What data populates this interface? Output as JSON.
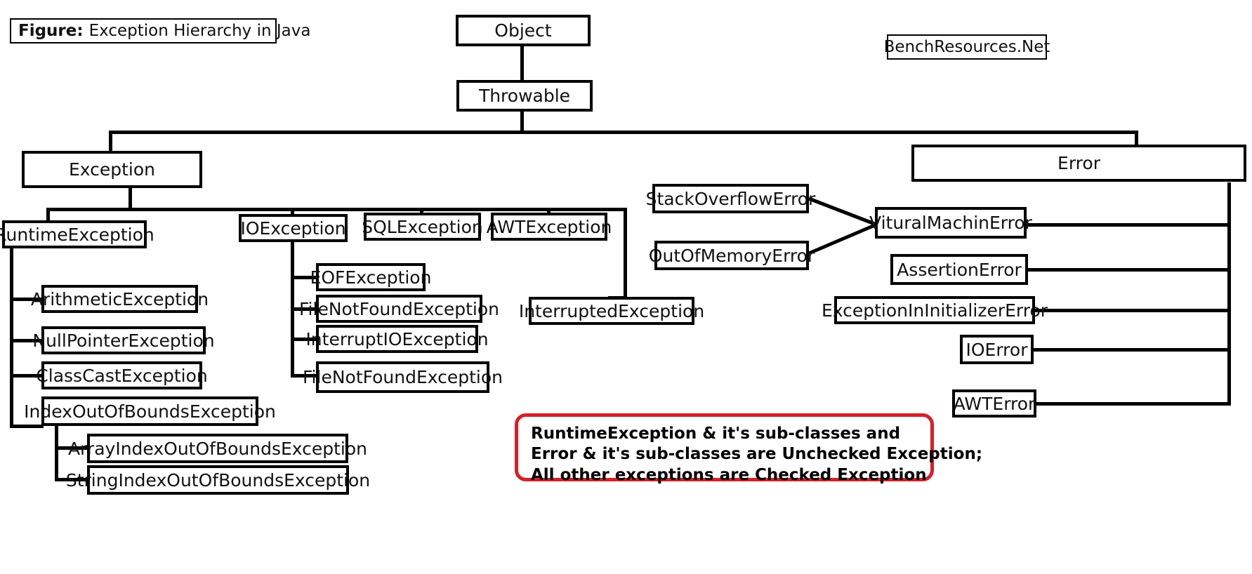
{
  "figure": {
    "label": "Figure:",
    "title": "Exception Hierarchy in Java"
  },
  "watermark": {
    "text": "BenchResources.Net"
  },
  "nodes": {
    "object": "Object",
    "throwable": "Throwable",
    "exception": "Exception",
    "error": "Error",
    "runtime_exception": "RuntimeException",
    "io_exception": "IOException",
    "sql_exception": "SQLException",
    "awt_exception": "AWTException",
    "interrupted_exception": "InterruptedException",
    "arithmetic_exception": "ArithmeticException",
    "null_pointer_exception": "NullPointerException",
    "class_cast_exception": "ClassCastException",
    "index_out_of_bounds_exception": "IndexOutOfBoundsException",
    "array_index_out_of_bounds_exception": "ArrayIndexOutOfBoundsException",
    "string_index_out_of_bounds_exception": "StringIndexOutOfBoundsException",
    "eof_exception": "EOFException",
    "file_not_found_exception_1": "FileNotFoundException",
    "interrupt_io_exception": "InterruptIOException",
    "file_not_found_exception_2": "FileNotFoundException",
    "stack_overflow_error": "StackOverflowError",
    "out_of_memory_error": "OutOfMemoryError",
    "virtual_machine_error": "VituralMachinError",
    "assertion_error": "AssertionError",
    "exception_in_initializer_error": "ExceptionInInitializerError",
    "io_error": "IOError",
    "awt_error": "AWTError"
  },
  "note": {
    "line1": "RuntimeException & it's sub-classes and",
    "line2": "Error & it's sub-classes are Unchecked Exception;",
    "line3": "All other exceptions are Checked Exception"
  },
  "colors": {
    "stroke": "#000000",
    "note_border": "#d62027",
    "background": "#ffffff",
    "text": "#111111"
  },
  "chart_data": {
    "type": "diagram",
    "title": "Exception Hierarchy in Java",
    "edges": [
      {
        "from": "Object",
        "to": "Throwable"
      },
      {
        "from": "Throwable",
        "to": "Exception"
      },
      {
        "from": "Throwable",
        "to": "Error"
      },
      {
        "from": "Exception",
        "to": "RuntimeException"
      },
      {
        "from": "Exception",
        "to": "IOException"
      },
      {
        "from": "Exception",
        "to": "SQLException"
      },
      {
        "from": "Exception",
        "to": "AWTException"
      },
      {
        "from": "Exception",
        "to": "InterruptedException"
      },
      {
        "from": "RuntimeException",
        "to": "ArithmeticException"
      },
      {
        "from": "RuntimeException",
        "to": "NullPointerException"
      },
      {
        "from": "RuntimeException",
        "to": "ClassCastException"
      },
      {
        "from": "RuntimeException",
        "to": "IndexOutOfBoundsException"
      },
      {
        "from": "IndexOutOfBoundsException",
        "to": "ArrayIndexOutOfBoundsException"
      },
      {
        "from": "IndexOutOfBoundsException",
        "to": "StringIndexOutOfBoundsException"
      },
      {
        "from": "IOException",
        "to": "EOFException"
      },
      {
        "from": "IOException",
        "to": "FileNotFoundException"
      },
      {
        "from": "IOException",
        "to": "InterruptIOException"
      },
      {
        "from": "IOException",
        "to": "FileNotFoundException"
      },
      {
        "from": "Error",
        "to": "VituralMachinError"
      },
      {
        "from": "Error",
        "to": "AssertionError"
      },
      {
        "from": "Error",
        "to": "ExceptionInInitializerError"
      },
      {
        "from": "Error",
        "to": "IOError"
      },
      {
        "from": "Error",
        "to": "AWTError"
      },
      {
        "from": "VituralMachinError",
        "to": "StackOverflowError"
      },
      {
        "from": "VituralMachinError",
        "to": "OutOfMemoryError"
      }
    ]
  }
}
